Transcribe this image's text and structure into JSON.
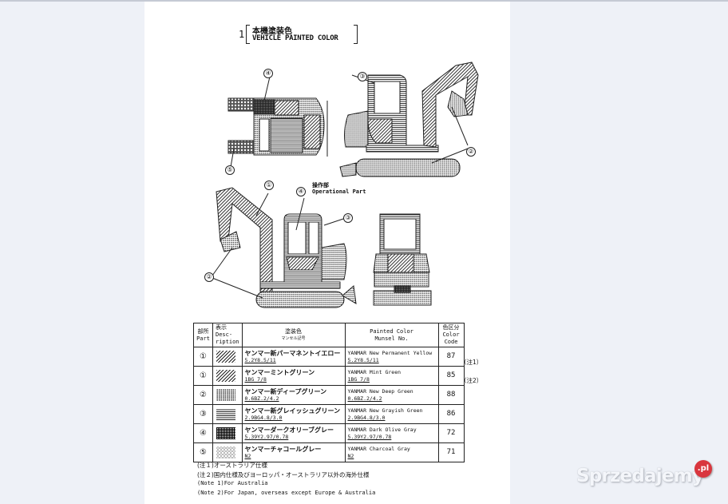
{
  "document": {
    "section_number": "1",
    "title_jp": "本機塗装色",
    "title_en": "VEHICLE PAINTED COLOR",
    "operational_part_jp": "操作部",
    "operational_part_en": "Operational Part",
    "callouts": {
      "top_view": [
        "④",
        "⑤"
      ],
      "side_view_right": [
        "③",
        "②"
      ],
      "side_view_left": [
        "①",
        "④",
        "③",
        "②"
      ]
    }
  },
  "table": {
    "headers": {
      "part_jp": "部所",
      "part_en": "Part",
      "desc_jp": "表示",
      "desc_en": "Desc-\nription",
      "paint_jp": "塗装色",
      "paint_sub": "マンセル記号",
      "paint_en": "Painted Color",
      "munsell_en": "Munsel No.",
      "code_jp": "色区分",
      "code_en": "Color\nCode"
    },
    "rows": [
      {
        "part": "①",
        "pattern": "diagonal",
        "name_jp": "ヤンマー新パーマネントイエロー",
        "munsell": "5.2Y8.5/11",
        "name_en": "YANMAR New Permanent Yellow",
        "munsell_en": "5.2Y8.5/11",
        "code": "87",
        "note": "（注1）"
      },
      {
        "part": "①",
        "pattern": "diagonal",
        "name_jp": "ヤンマーミントグリーン",
        "munsell": "1BG 7/8",
        "name_en": "YANMAR Mint Green",
        "munsell_en": "1BG 7/8",
        "code": "85",
        "note": "（注2）"
      },
      {
        "part": "②",
        "pattern": "dots",
        "name_jp": "ヤンマー新ディープグリーン",
        "munsell": "0.6BZ.2/4.2",
        "name_en": "YANMAR New Deep Green",
        "munsell_en": "0.6BZ.2/4.2",
        "code": "88",
        "note": ""
      },
      {
        "part": "③",
        "pattern": "horizontal",
        "name_jp": "ヤンマー新グレイッシュグリーン",
        "munsell": "2.9BG4.8/3.0",
        "name_en": "YANMAR New Grayish Green",
        "munsell_en": "2.9BG4.8/3.0",
        "code": "86",
        "note": ""
      },
      {
        "part": "④",
        "pattern": "grid",
        "name_jp": "ヤンマーダークオリーブグレー",
        "munsell": "5.39Y2.97/0.78",
        "name_en": "YANMAR Dark Olive Gray",
        "munsell_en": "5.39Y2.97/0.78",
        "code": "72",
        "note": ""
      },
      {
        "part": "⑤",
        "pattern": "check",
        "name_jp": "ヤンマーチャコールグレー",
        "munsell": "N2",
        "name_en": "YANMAR Charcoal Gray",
        "munsell_en": "N2",
        "code": "71",
        "note": ""
      }
    ]
  },
  "notes": [
    "(注１)オーストラリア仕様",
    "(注２)国内仕様及びヨーロッパ・オーストラリア以外の海外仕様",
    "(Note 1)For Australia",
    "(Note 2)For Japan, overseas except Europe & Australia"
  ],
  "watermark": {
    "text": "Sprzedajemy",
    "badge": ".pl",
    "badge_color": "#d9363e"
  },
  "colors": {
    "background": "#eef1f7",
    "page": "#ffffff",
    "ink": "#111111"
  }
}
